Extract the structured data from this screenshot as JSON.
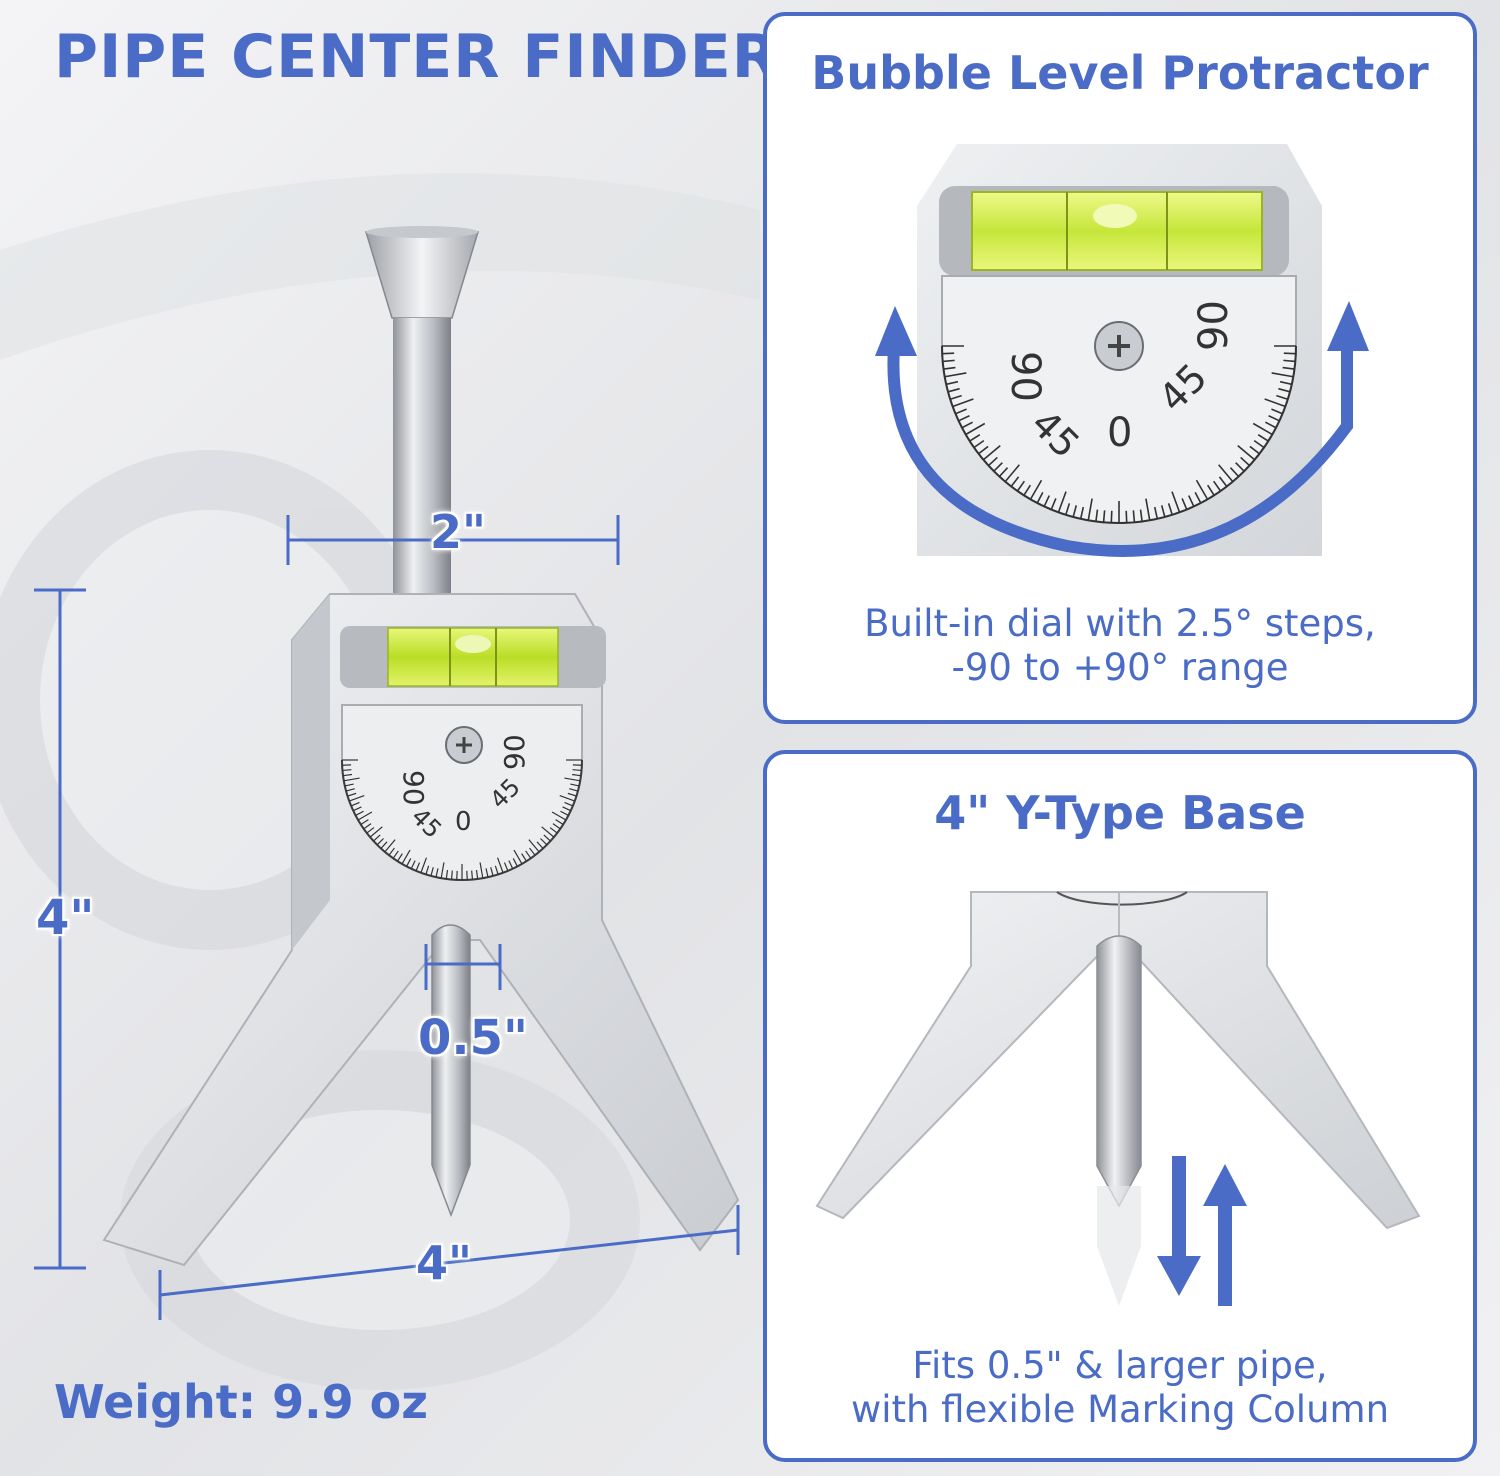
{
  "main": {
    "title": "PIPE CENTER FINDER",
    "weight": "Weight:  9.9 oz",
    "dimensions": {
      "width_top": "2\"",
      "height": "4\"",
      "base_width": "4\"",
      "tip_width": "0.5\""
    },
    "dial_labels": {
      "left_90": "90",
      "right_90": "90",
      "left_45": "45",
      "right_45": "45",
      "zero": "0"
    }
  },
  "panel_protractor": {
    "title": "Bubble Level Protractor",
    "description_line1": "Built-in dial with 2.5° steps,",
    "description_line2": "-90 to +90° range"
  },
  "panel_base": {
    "title": "4\" Y-Type Base",
    "description_line1": "Fits 0.5\" & larger pipe,",
    "description_line2": "with flexible Marking Column"
  },
  "colors": {
    "accent": "#4a6cc7",
    "metal": "#d9dbdf",
    "bubble": "#c8e83a"
  }
}
